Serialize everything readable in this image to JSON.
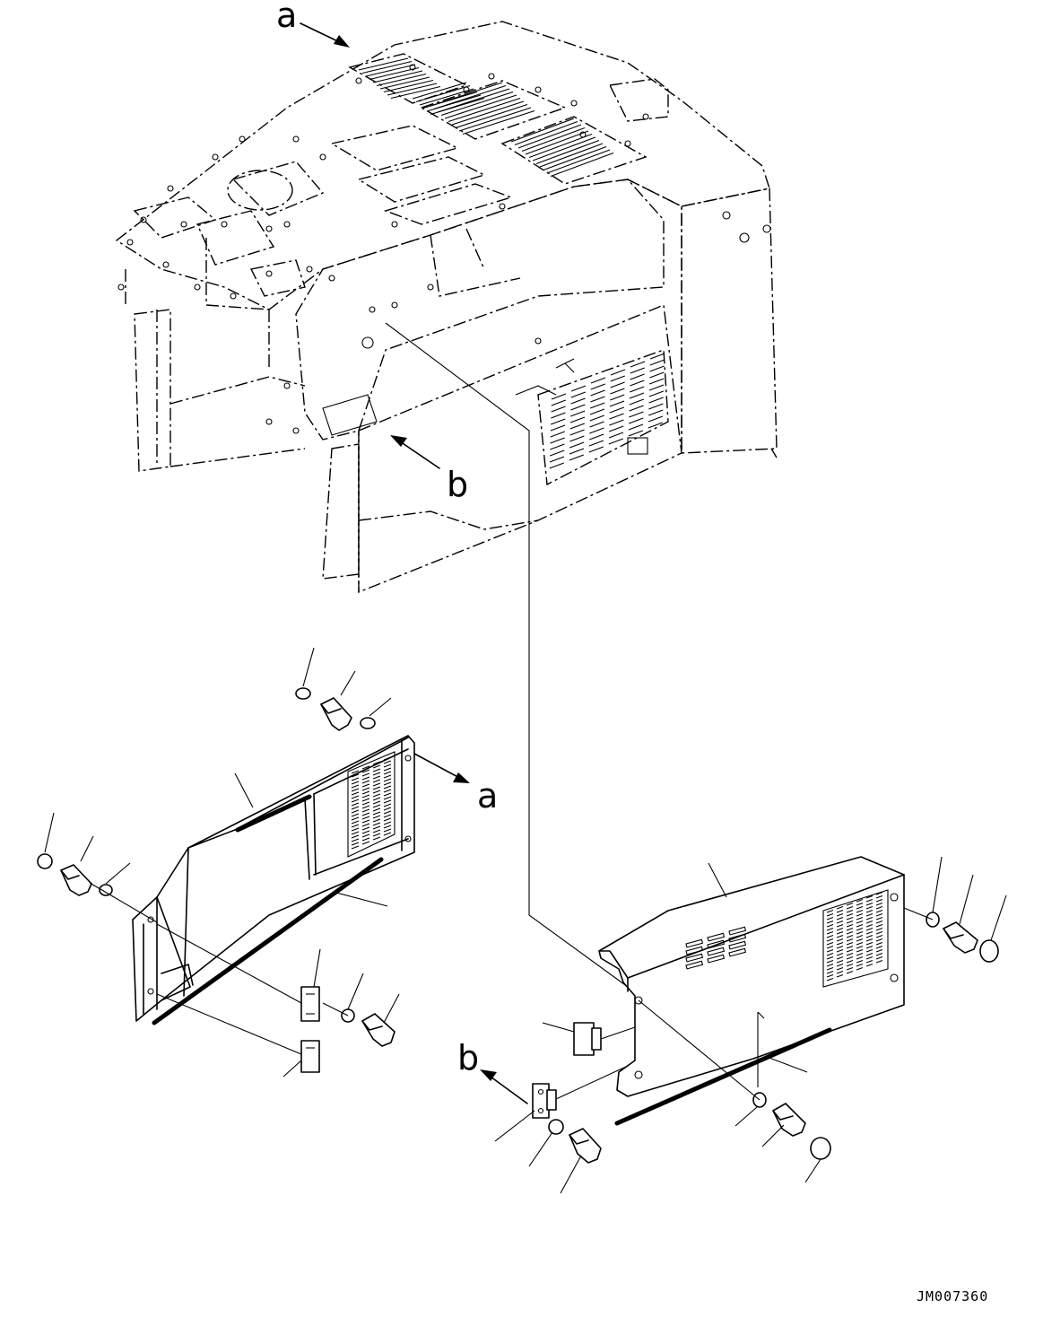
{
  "labels": {
    "ref_a_top": "a",
    "ref_b_top": "b",
    "ref_a_panel": "a",
    "ref_b_panel": "b"
  },
  "drawing_code": "JM007360"
}
